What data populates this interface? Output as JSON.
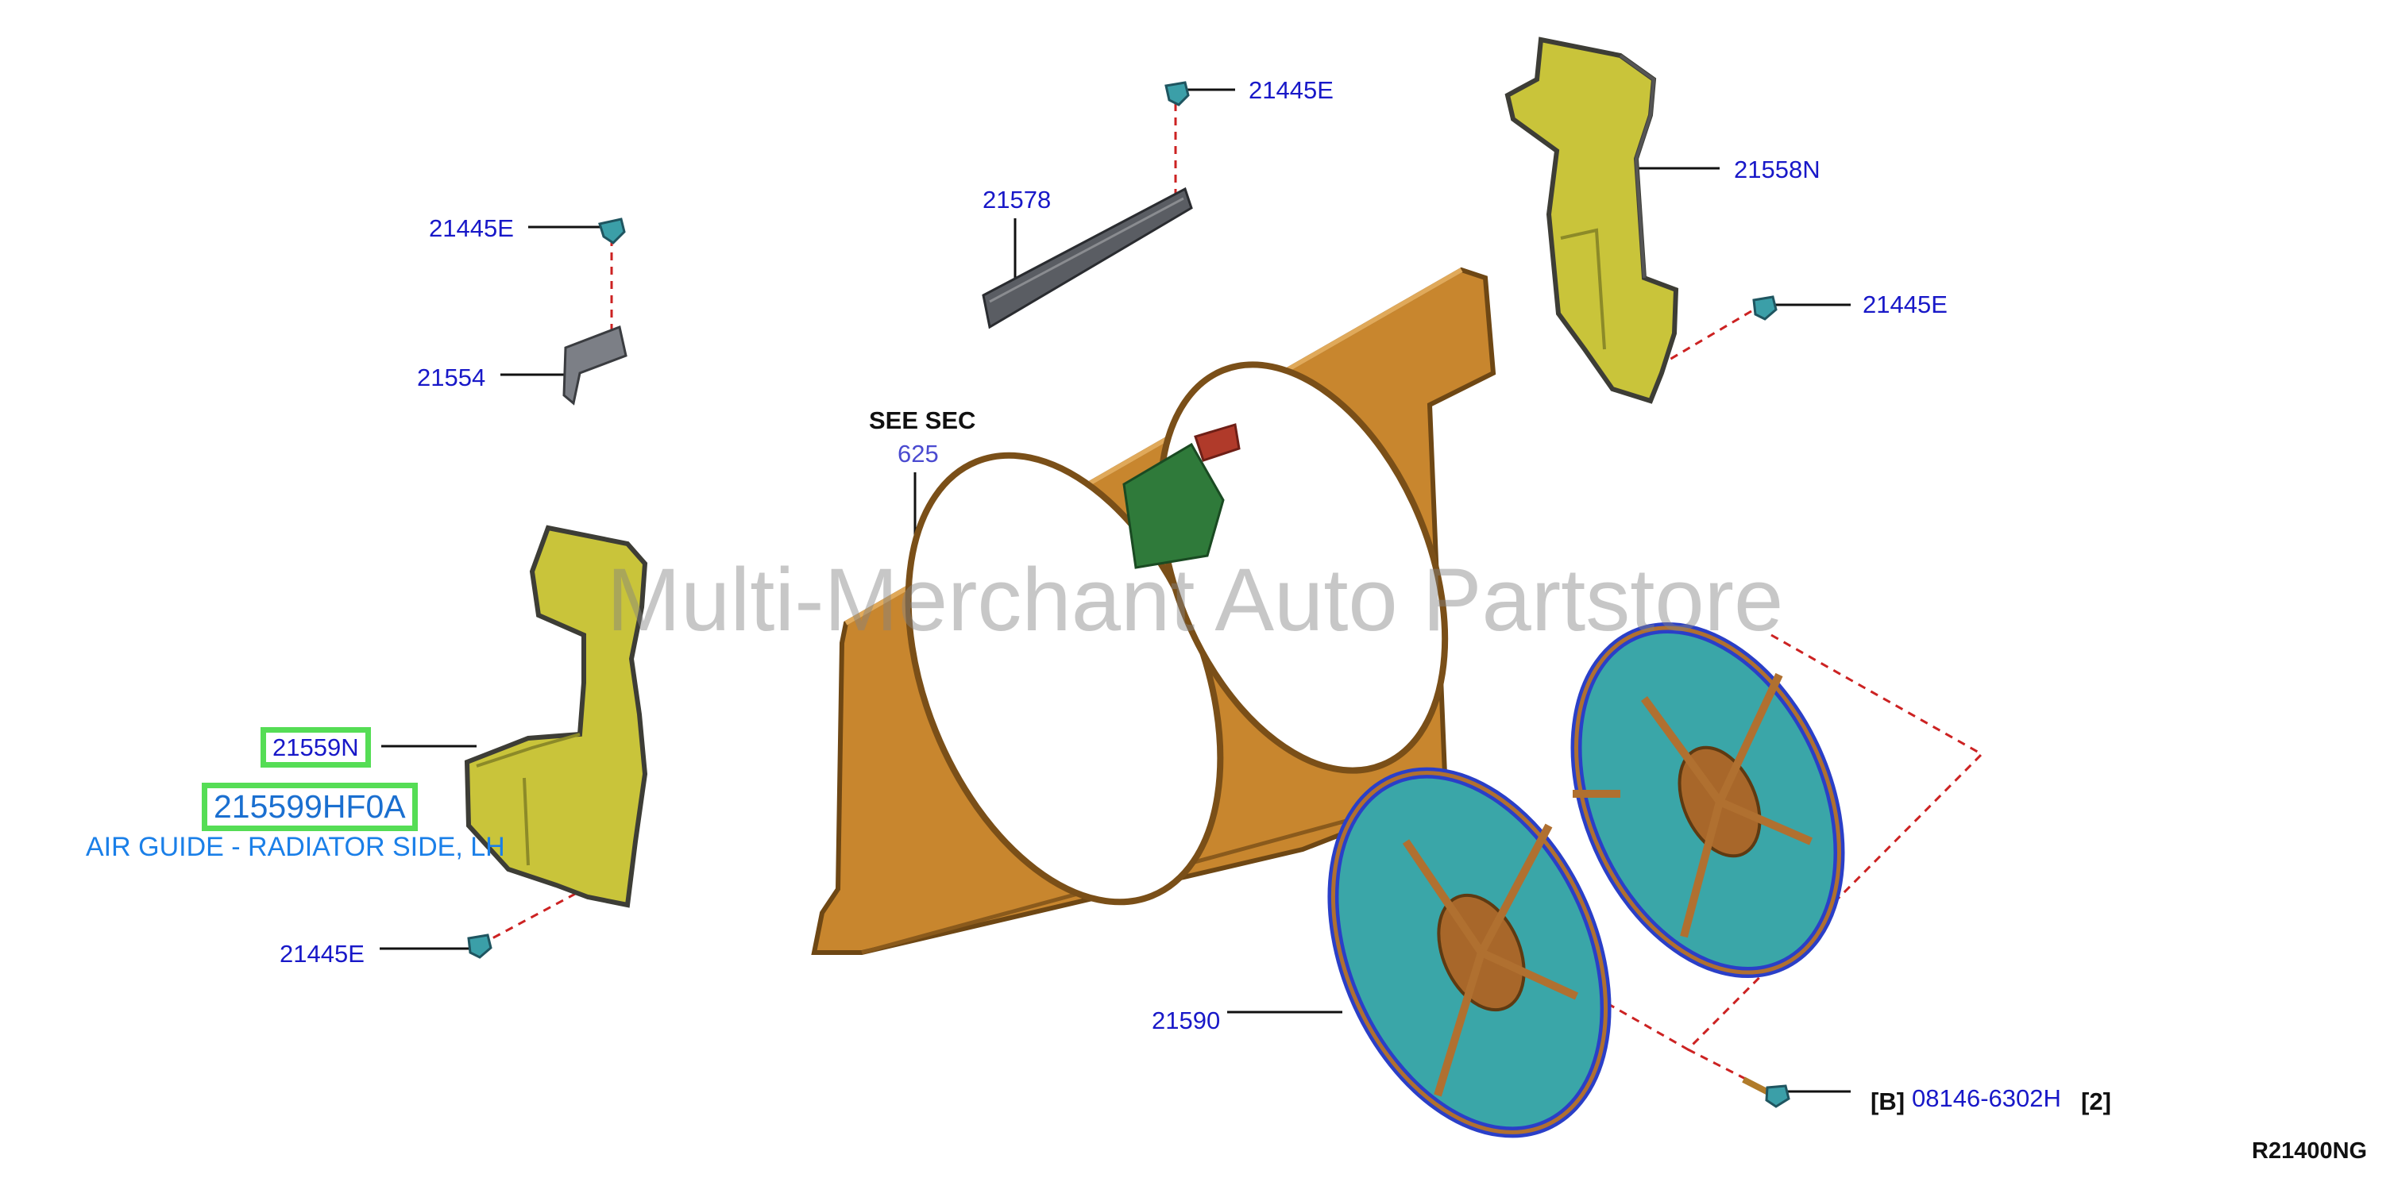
{
  "watermark": "Multi-Merchant Auto Partstore",
  "diagram_code": "R21400NG",
  "see_section": {
    "label": "SEE SEC",
    "number": "625"
  },
  "callouts": {
    "clip_top_center": "21445E",
    "clip_top_left": "21445E",
    "clip_right": "21445E",
    "clip_bottom_left": "21445E",
    "seal_upper": "21578",
    "bracket_left": "21554",
    "air_guide_rh": "21558N",
    "air_guide_lh": "21559N",
    "fan_motor_assy": "21590"
  },
  "selected_part": {
    "number": "215599HF0A",
    "description": "AIR GUIDE - RADIATOR SIDE, LH"
  },
  "bolt": {
    "prefix": "[B]",
    "number": "08146-6302H",
    "qty": "[2]"
  },
  "colors": {
    "label_blue": "#1818c8",
    "highlight_green": "#55dd55",
    "leader_red": "#cc2222",
    "shroud_orange": "#c8862e",
    "guide_yellow": "#c9c43a",
    "fan_teal": "#3aa6a8",
    "fan_blue": "#2a3fc8"
  }
}
